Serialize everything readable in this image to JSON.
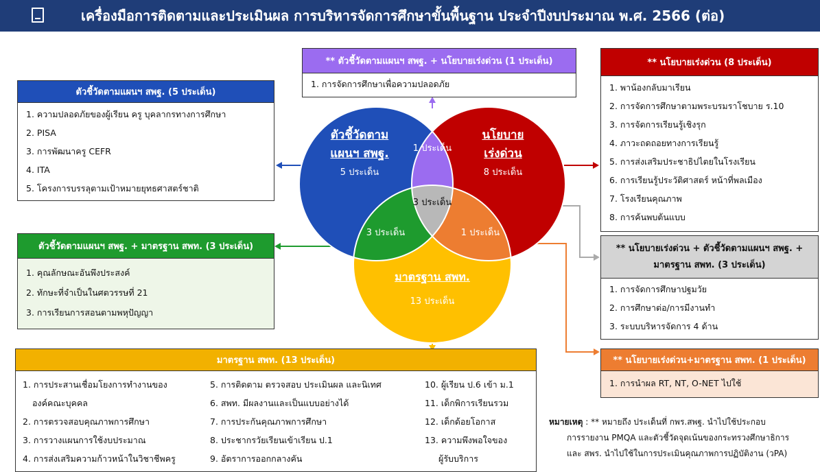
{
  "banner": {
    "title": "เครื่องมือการติดตามและประเมินผล การบริหารจัดการศึกษาขั้นพื้นฐาน ประจำปีงบประมาณ พ.ศ. 2566 (ต่อ)",
    "icon": "book-icon"
  },
  "box_plan": {
    "header": "ตัวชี้วัดตามแผนฯ สพฐ. (5 ประเด็น)",
    "items": [
      "1. ความปลอดภัยของผู้เรียน ครู บุคลากรทางการศึกษา",
      "2. PISA",
      "3. การพัฒนาครู CEFR",
      "4. ITA",
      "5. โครงการบรรลุตามเป้าหมายยุทธศาสตร์ชาติ"
    ],
    "color": "#1f4fb8"
  },
  "box_plan_policy": {
    "header": "** ตัวชี้วัดตามแผนฯ สพฐ. + นโยบายเร่งด่วน (1 ประเด็น)",
    "items": [
      "1. การจัดการศึกษาเพื่อความปลอดภัย"
    ],
    "color": "#9b6cf0"
  },
  "box_policy": {
    "header": "** นโยบายเร่งด่วน (8 ประเด็น)",
    "items": [
      "1. พาน้องกลับมาเรียน",
      "2. การจัดการศึกษาตามพระบรมราโชบาย ร.10",
      "3. การจัดการเรียนรู้เชิงรุก",
      "4. ภาวะถดถอยทางการเรียนรู้",
      "5. การส่งเสริมประชาธิปไตยในโรงเรียน",
      "6. การเรียนรู้ประวัติศาสตร์ หน้าที่พลเมือง",
      "7. โรงเรียนคุณภาพ",
      "8. การค้นพบต้นแบบ"
    ],
    "color": "#c00000"
  },
  "box_plan_standard": {
    "header": "ตัวชี้วัดตามแผนฯ สพฐ. + มาตรฐาน สพท. (3 ประเด็น)",
    "items": [
      "1. คุณลักษณะอันพึงประสงค์",
      "2. ทักษะที่จำเป็นในศตวรรษที่ 21",
      "3. การเรียนการสอนตามพหุปัญญา"
    ],
    "color": "#1e9b2e"
  },
  "box_all_three": {
    "header_line1": "** นโยบายเร่งด่วน + ตัวชี้วัดตามแผนฯ สพฐ. +",
    "header_line2": "มาตรฐาน สพท. (3 ประเด็น)",
    "items": [
      "1. การจัดการศึกษาปฐมวัย",
      "2. การศึกษาต่อ/การมีงานทำ",
      "3. ระบบบริหารจัดการ 4 ด้าน"
    ],
    "color": "#808080"
  },
  "box_policy_standard": {
    "header": "** นโยบายเร่งด่วน+มาตรฐาน สพท. (1 ประเด็น)",
    "items": [
      "1. การนำผล RT, NT, O-NET ไปใช้"
    ],
    "color": "#ed7d31"
  },
  "box_standard": {
    "header": "มาตรฐาน สพท. (13 ประเด็น)",
    "col1": [
      "1. การประสานเชื่อมโยงการทำงานของ",
      "องค์คณะบุคคล",
      "2. การตรวจสอบคุณภาพการศึกษา",
      "3. การวางแผนการใช้งบประมาณ",
      "4. การส่งเสริมความก้าวหน้าในวิชาชีพครู"
    ],
    "col2": [
      "5. การติดตาม ตรวจสอบ ประเมินผล และนิเทศ",
      "6. สพท. มีผลงานและเป็นแบบอย่างได้",
      "7. การประกันคุณภาพการศึกษา",
      "8. ประชากรวัยเรียนเข้าเรียน ป.1",
      "9. อัตราการออกกลางคัน"
    ],
    "col3": [
      "10. ผู้เรียน ป.6 เข้า ม.1",
      "11. เด็กพิการเรียนรวม",
      "12. เด็กด้อยโอกาส",
      "13. ความพึงพอใจของ",
      "ผู้รับบริการ"
    ],
    "color": "#f2b100"
  },
  "venn": {
    "plan_title_1": "ตัวชี้วัดตาม",
    "plan_title_2": "แผนฯ สพฐ.",
    "plan_count": "5 ประเด็น",
    "policy_title_1": "นโยบาย",
    "policy_title_2": "เร่งด่วน",
    "policy_count": "8 ประเด็น",
    "standard_title": "มาตรฐาน สพท.",
    "standard_count": "13 ประเด็น",
    "plan_policy_count": "1 ประเด็น",
    "center_count": "3 ประเด็น",
    "plan_standard_count": "3 ประเด็น",
    "policy_standard_count": "1 ประเด็น",
    "colors": {
      "blue": "#1f4fb8",
      "red": "#c00000",
      "yellow": "#ffc000",
      "purple": "#9b6cf0",
      "green": "#1e9b2e",
      "orange": "#ed7d31",
      "gray": "#b8b8b8"
    }
  },
  "note": {
    "label": "หมายเหตุ",
    "line1": ": ** หมายถึง ประเด็นที่ กพร.สพฐ. นำไปใช้ประกอบ",
    "line2": "การรายงาน PMQA และตัวชี้วัดจุดเน้นของกระทรวงศึกษาธิการ",
    "line3": "และ สพร. นำไปใช้ในการประเมินคุณภาพการปฏิบัติงาน (วPA)"
  }
}
